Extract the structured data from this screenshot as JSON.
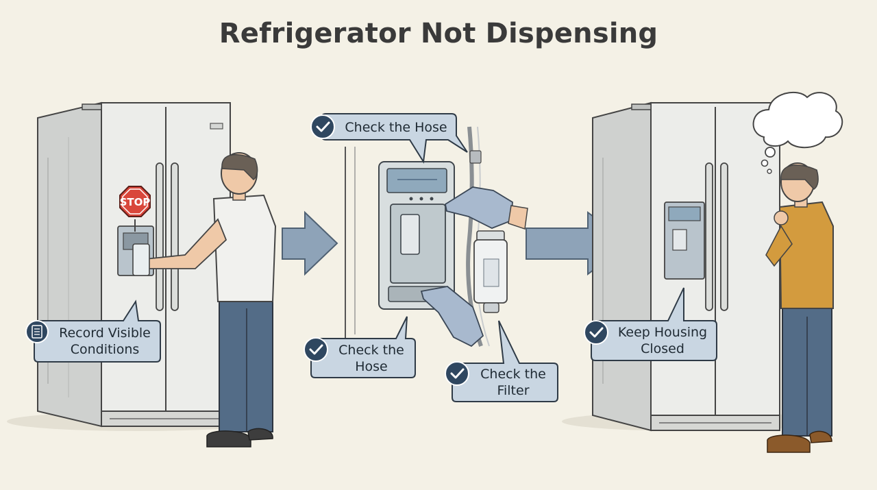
{
  "title": "Refrigerator Not Dispensing",
  "stop_sign": "STOP",
  "callouts": {
    "record": {
      "line1": "Record Visible",
      "line2": "Conditions",
      "icon": "document-icon"
    },
    "hose_top": {
      "line1": "Check the Hose",
      "icon": "check-icon"
    },
    "hose_bottom": {
      "line1": "Check the",
      "line2": "Hose",
      "icon": "check-icon"
    },
    "filter": {
      "line1": "Check the",
      "line2": "Filter",
      "icon": "check-icon"
    },
    "housing": {
      "line1": "Keep Housing",
      "line2": "Closed",
      "icon": "check-icon"
    }
  },
  "colors": {
    "background": "#f4f1e6",
    "callout_fill": "#c9d6e2",
    "callout_stroke": "#2e3a46",
    "icon_fill": "#2f4760",
    "arrow": "#8ea3b8",
    "stop_red": "#d9473b"
  }
}
